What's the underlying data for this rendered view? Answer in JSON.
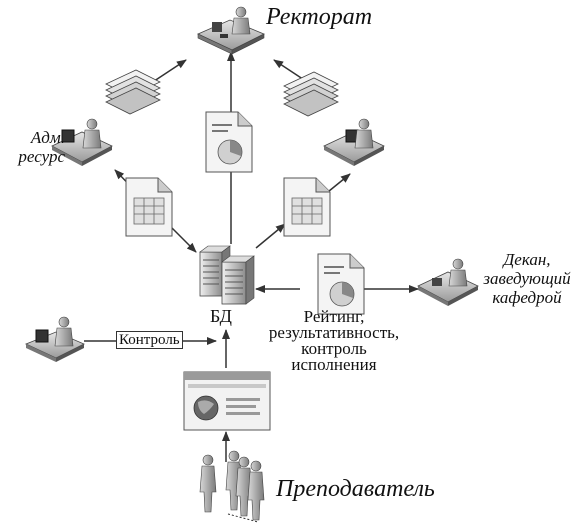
{
  "labels": {
    "rectorate": "Ректорат",
    "adm_line1": "Адм.",
    "adm_line2": "ресурс",
    "dean_line1": "Декан,",
    "dean_line2": "заведующий",
    "dean_line3": "кафедрой",
    "db": "БД",
    "rating_line1": "Рейтинг,",
    "rating_line2": "результативность,",
    "rating_line3": "контроль",
    "rating_line4": "исполнения",
    "control": "Контроль",
    "teacher": "Преподаватель"
  },
  "icons": [
    "office-worker-icon",
    "paper-stack-icon",
    "report-document-icon",
    "spreadsheet-document-icon",
    "database-server-icon",
    "web-page-icon",
    "people-group-icon"
  ]
}
